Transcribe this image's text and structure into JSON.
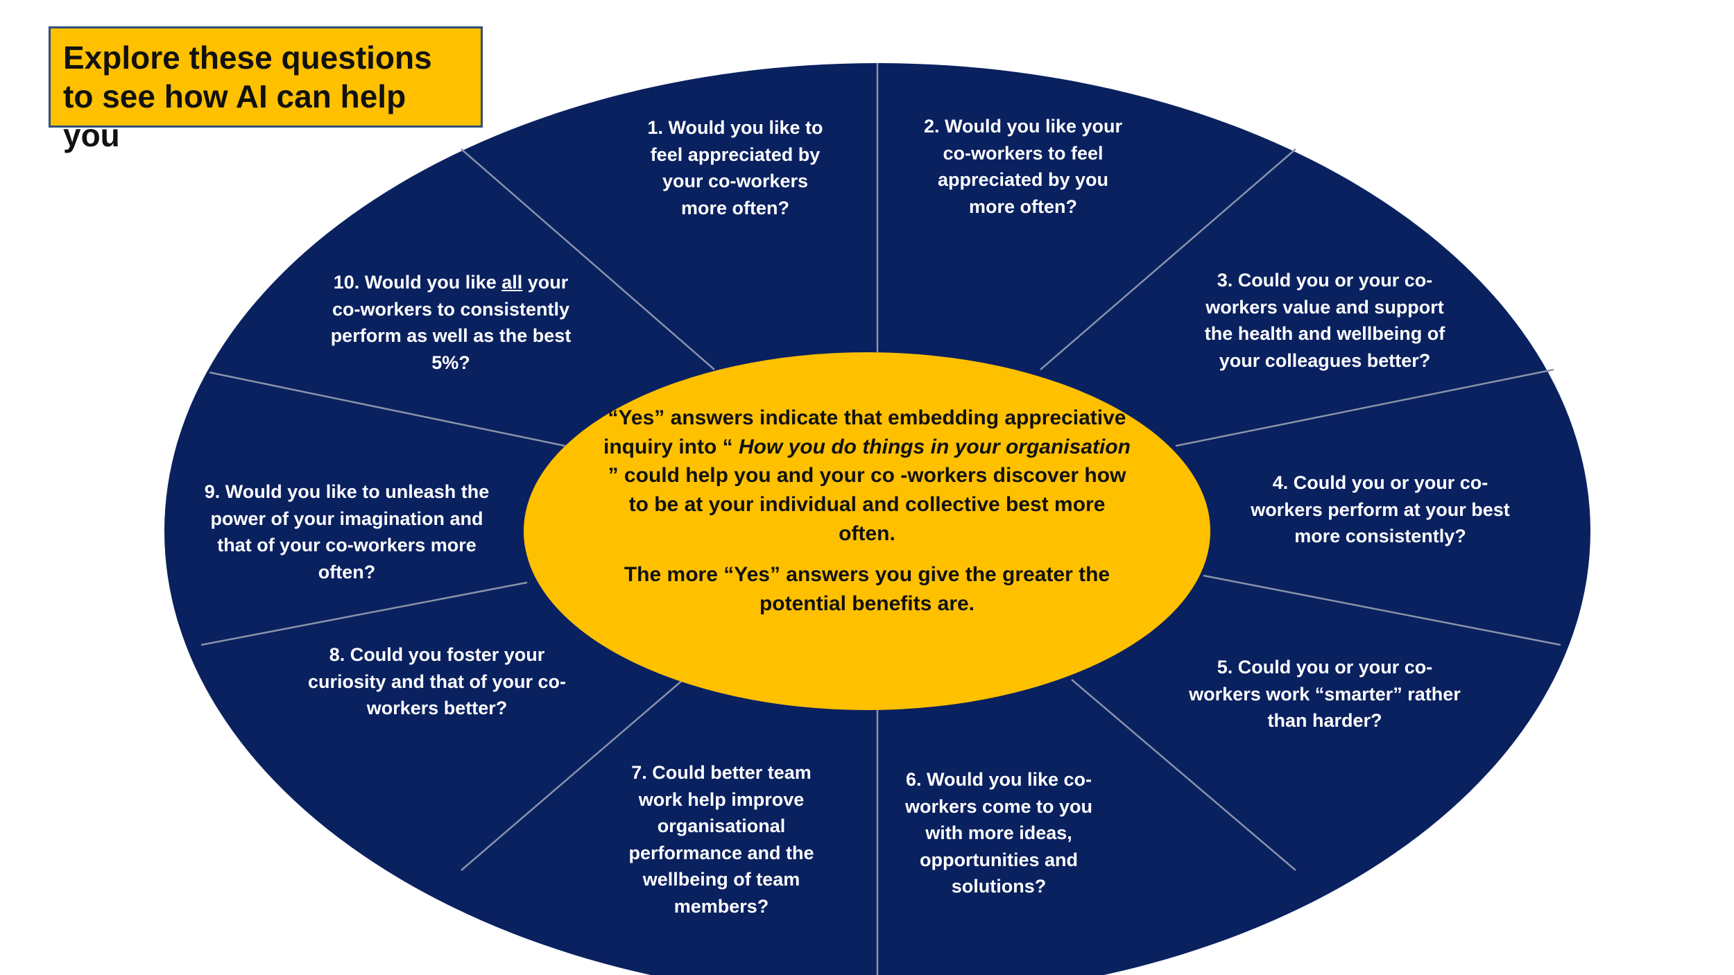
{
  "title": "Explore these questions to see how AI can help you",
  "colors": {
    "ellipse_fill": "#0a2160",
    "divider": "#8a93a8",
    "center_fill": "#ffc000",
    "title_fill": "#ffc000",
    "question_text": "#ffffff"
  },
  "questions": [
    {
      "id": 1,
      "text": "1. Would you like to\nfeel appreciated by\nyour co-workers\nmore often?"
    },
    {
      "id": 2,
      "text": "2. Would you like your\nco-workers to feel\nappreciated by you\nmore often?"
    },
    {
      "id": 3,
      "text": "3. Could you or your co-\nworkers value and support\nthe health and wellbeing of\nyour colleagues better?"
    },
    {
      "id": 4,
      "text": "4. Could you or your co-\nworkers perform at your best\nmore consistently?"
    },
    {
      "id": 5,
      "text": "5. Could you or your co-\nworkers work “smarter” rather\nthan harder?"
    },
    {
      "id": 6,
      "text": "6. Would you like co-\nworkers come to you\nwith more ideas,\nopportunities and\nsolutions?"
    },
    {
      "id": 7,
      "text": "7. Could  better team\nwork help improve\norganisational\nperformance and the\nwellbeing of team\nmembers?"
    },
    {
      "id": 8,
      "text": "8. Could you foster your\ncuriosity and that of your co-\nworkers better?"
    },
    {
      "id": 9,
      "text": "9. Would you like to  unleash the\npower of your imagination and\nthat of your co-workers more\noften?"
    },
    {
      "id": 10,
      "text_before": "10. Would you like ",
      "text_underlined": "all",
      "text_after": " your\nco-workers to consistently\nperform as well as the best\n5%?"
    }
  ],
  "center": {
    "p1_a": "“Yes” answers indicate that embedding appreciative inquiry into “ ",
    "p1_italic": "How you do things in your organisation",
    "p1_b": " ” could help you and your co -workers discover how to be at your individual and collective best more often.",
    "p2": "The more “Yes” answers you give the greater the potential benefits are."
  }
}
